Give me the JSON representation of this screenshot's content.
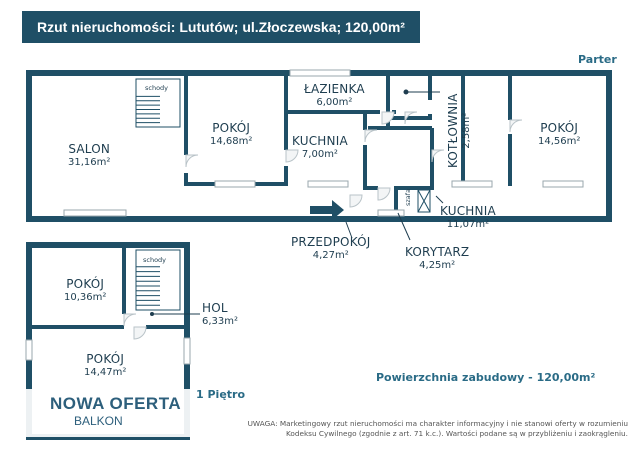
{
  "header": {
    "title": "Rzut nieruchomości: Lututów; ul.Złoczewska; 120,00m²",
    "floor_label": "Parter"
  },
  "colors": {
    "wall": "#1f4f66",
    "title_bg": "#1f4f66",
    "accent": "#2a6b86",
    "window": "#9aa7ad"
  },
  "ground_floor": {
    "rooms": [
      {
        "name": "SALON",
        "area": "31,16m²"
      },
      {
        "name": "POKÓJ",
        "area": "14,68m²"
      },
      {
        "name": "ŁAZIENKA",
        "area": "6,00m²"
      },
      {
        "name": "KUCHNIA",
        "area": "7,00m²"
      },
      {
        "name": "KOTŁOWNIA",
        "area": "2,58m²"
      },
      {
        "name": "POKÓJ",
        "area": "14,56m²"
      },
      {
        "name": "KUCHNIA",
        "area": "11,07m²"
      },
      {
        "name": "PRZEDPOKÓJ",
        "area": "4,27m²"
      },
      {
        "name": "KORYTARZ",
        "area": "4,25m²"
      }
    ],
    "stairs_label": "schody",
    "closet_label": "szafa"
  },
  "upper_floor": {
    "label": "1 Piętro",
    "rooms": [
      {
        "name": "POKÓJ",
        "area": "10,36m²"
      },
      {
        "name": "HOL",
        "area": "6,33m²"
      },
      {
        "name": "POKÓJ",
        "area": "14,47m²"
      }
    ],
    "stairs_label": "schody",
    "balcony_label": "BALKON"
  },
  "summary": "Powierzchnia zabudowy  - 120,00m²",
  "disclaimer": "UWAGA: Marketingowy rzut nieruchomości ma charakter informacyjny i nie stanowi oferty w rozumieniu Kodeksu Cywilnego (zgodnie z art. 71 k.c.). Wartości podane są w przybliżeniu i zaokrągleniu.",
  "watermark": "NOWA OFERTA"
}
